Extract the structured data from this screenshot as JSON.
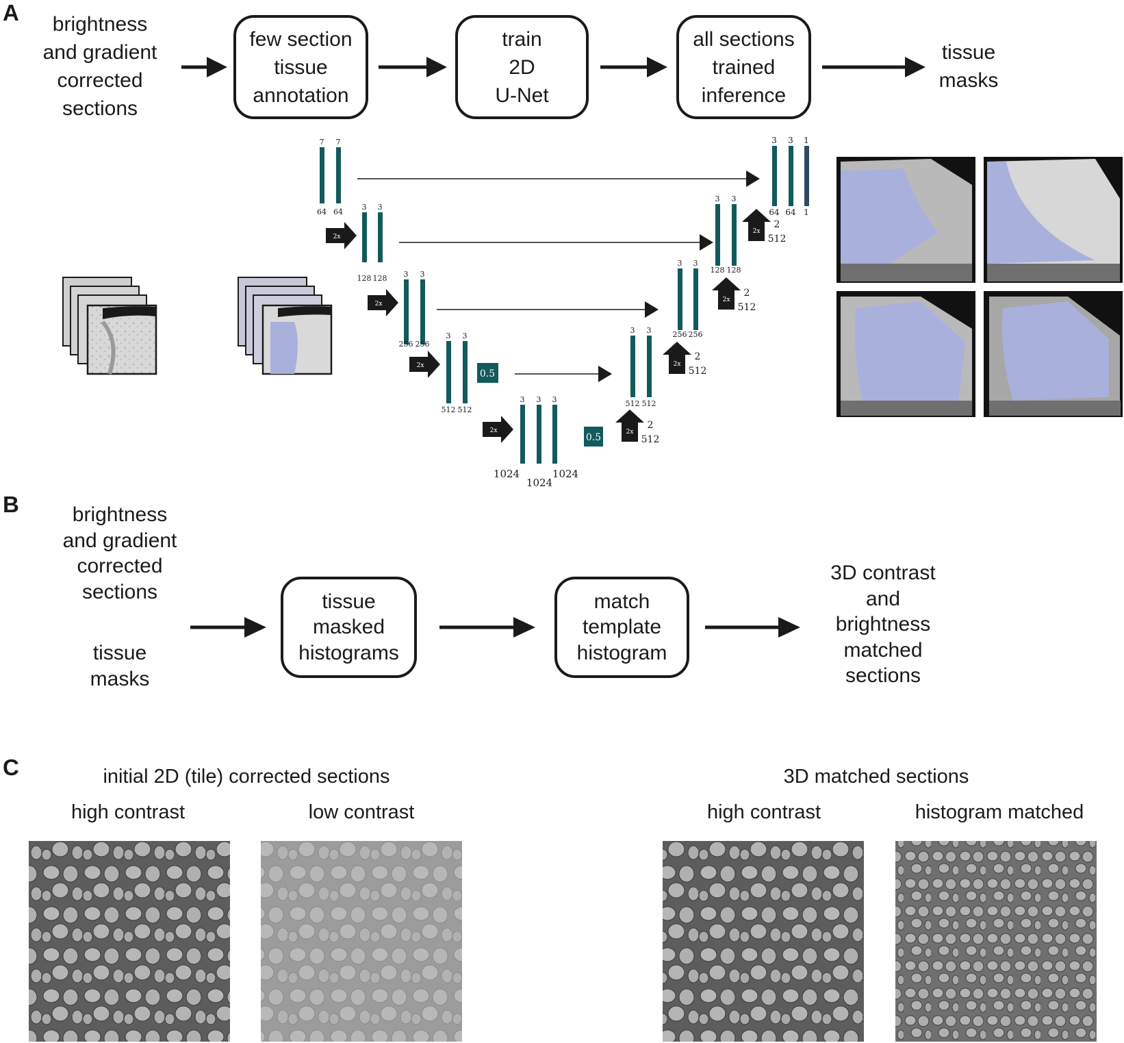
{
  "panels": {
    "a": "A",
    "b": "B",
    "c": "C"
  },
  "panel_a": {
    "input": [
      "brightness",
      "and gradient",
      "corrected",
      "sections"
    ],
    "steps": [
      [
        "few section",
        "tissue",
        "annotation"
      ],
      [
        "train",
        "2D",
        "U-Net"
      ],
      [
        "all sections",
        "trained",
        "inference"
      ]
    ],
    "output": [
      "tissue",
      "masks"
    ],
    "unet": {
      "enc1": {
        "kernel": [
          "7",
          "7"
        ],
        "channels": [
          "64",
          "64"
        ]
      },
      "enc2": {
        "kernel": [
          "3",
          "3"
        ],
        "channels": [
          "128",
          "128"
        ]
      },
      "enc3": {
        "kernel": [
          "3",
          "3"
        ],
        "channels": [
          "256",
          "256"
        ]
      },
      "enc4": {
        "kernel": [
          "3",
          "3"
        ],
        "channels": [
          "512",
          "512"
        ]
      },
      "bottleneck": {
        "kernel": [
          "3",
          "3",
          "3"
        ],
        "channels": [
          "1024",
          "1024",
          "1024"
        ]
      },
      "dec4": {
        "kernel": [
          "3",
          "3"
        ],
        "channels": [
          "512",
          "512"
        ]
      },
      "dec3": {
        "kernel": [
          "3",
          "3"
        ],
        "channels": [
          "256",
          "256"
        ]
      },
      "dec2": {
        "kernel": [
          "3",
          "3"
        ],
        "channels": [
          "128",
          "128"
        ]
      },
      "dec1": {
        "kernel": [
          "3",
          "3",
          "1"
        ],
        "channels": [
          "64",
          "64",
          "1"
        ]
      },
      "pool_label": "2x",
      "up_label": "2x",
      "up_factor": "2",
      "up_channels": "512",
      "dropout": "0.5",
      "colors": {
        "conv": "#125a5c",
        "final": "#2e4a63",
        "pool": "#1a1a1a",
        "mask_tint": "#aab0dc"
      }
    }
  },
  "panel_b": {
    "input1": [
      "brightness",
      "and gradient",
      "corrected",
      "sections"
    ],
    "input2": [
      "tissue",
      "masks"
    ],
    "steps": [
      [
        "tissue",
        "masked",
        "histograms"
      ],
      [
        "match",
        "template",
        "histogram"
      ]
    ],
    "output": [
      "3D contrast",
      "and",
      "brightness",
      "matched",
      "sections"
    ]
  },
  "panel_c": {
    "group1_title": "initial 2D (tile) corrected sections",
    "group2_title": "3D matched sections",
    "tiles": [
      "high contrast",
      "low contrast",
      "high contrast",
      "histogram matched"
    ]
  }
}
